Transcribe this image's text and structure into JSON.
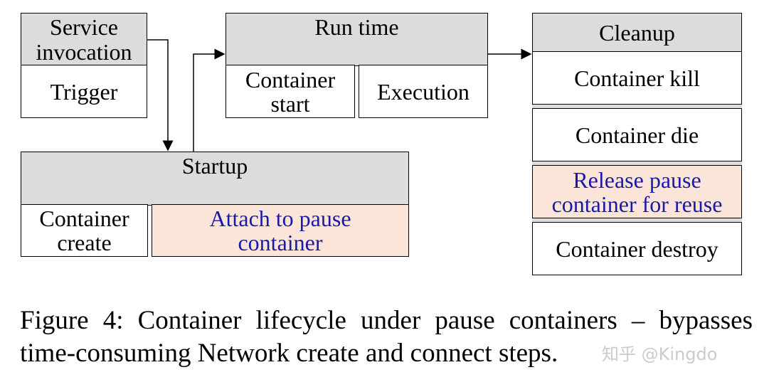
{
  "service": {
    "header": "Service\ninvocation",
    "body": "Trigger"
  },
  "runtime": {
    "header": "Run time",
    "left": "Container\nstart",
    "right": "Execution"
  },
  "startup": {
    "header": "Startup",
    "left": "Container\ncreate",
    "right": "Attach to pause\ncontainer"
  },
  "cleanup": {
    "header": "Cleanup",
    "items": [
      "Container kill",
      "Container die",
      "Release pause\ncontainer for reuse",
      "Container destroy"
    ]
  },
  "caption": "Figure 4: Container lifecycle under pause containers – bypasses time-consuming Network create and connect steps.",
  "watermark": "知乎 @Kingdo",
  "colors": {
    "header_fill": "#dcdcdc",
    "pause_fill": "#fbe5d8",
    "pause_text": "#1a1aa8"
  }
}
